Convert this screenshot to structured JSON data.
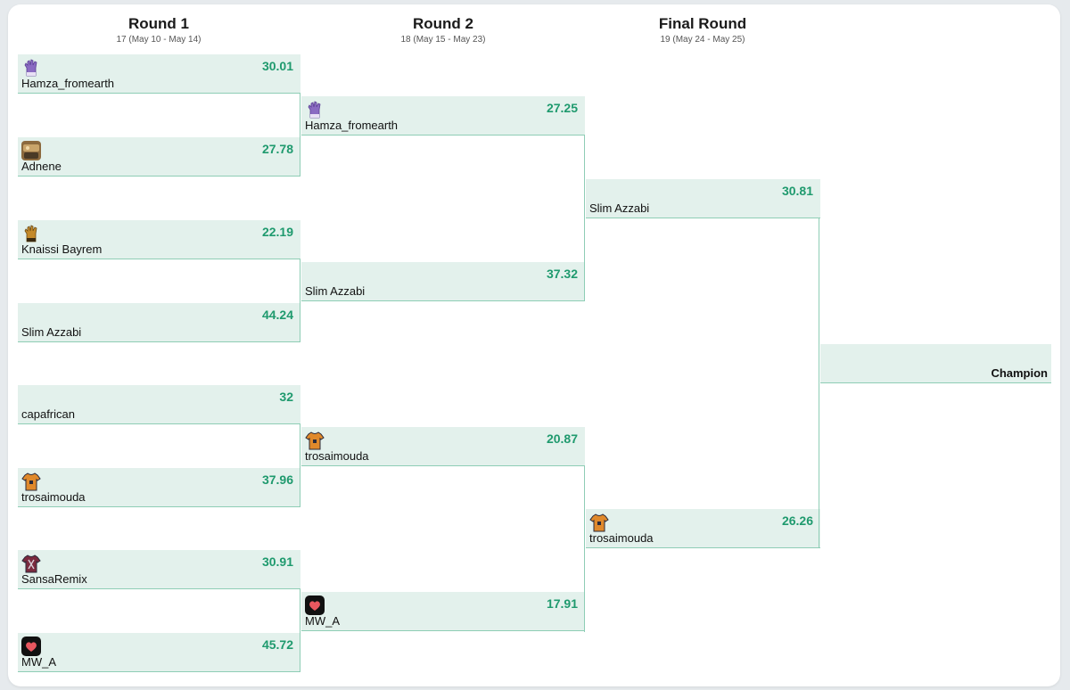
{
  "rounds": [
    {
      "title": "Round 1",
      "dates": "17 (May 10 - May 14)"
    },
    {
      "title": "Round 2",
      "dates": "18 (May 15 - May 23)"
    },
    {
      "title": "Final Round",
      "dates": "19 (May 24 - May 25)"
    }
  ],
  "round1": [
    {
      "name": "Hamza_fromearth",
      "score": "30.01",
      "avatar": "purple-glove-icon"
    },
    {
      "name": "Adnene",
      "score": "27.78",
      "avatar": "photo-avatar-icon"
    },
    {
      "name": "Knaissi Bayrem",
      "score": "22.19",
      "avatar": "yellow-glove-icon"
    },
    {
      "name": "Slim Azzabi",
      "score": "44.24",
      "avatar": ""
    },
    {
      "name": "capafrican",
      "score": "32",
      "avatar": ""
    },
    {
      "name": "trosaimouda",
      "score": "37.96",
      "avatar": "orange-jersey-icon"
    },
    {
      "name": "SansaRemix",
      "score": "30.91",
      "avatar": "maroon-jersey-icon"
    },
    {
      "name": "MW_A",
      "score": "45.72",
      "avatar": "heart-badge-icon"
    }
  ],
  "round2": [
    {
      "name": "Hamza_fromearth",
      "score": "27.25",
      "avatar": "purple-glove-icon"
    },
    {
      "name": "Slim Azzabi",
      "score": "37.32",
      "avatar": ""
    },
    {
      "name": "trosaimouda",
      "score": "20.87",
      "avatar": "orange-jersey-icon"
    },
    {
      "name": "MW_A",
      "score": "17.91",
      "avatar": "heart-badge-icon"
    }
  ],
  "final": [
    {
      "name": "Slim Azzabi",
      "score": "30.81",
      "avatar": ""
    },
    {
      "name": "trosaimouda",
      "score": "26.26",
      "avatar": "orange-jersey-icon"
    }
  ],
  "champion_label": "Champion",
  "colors": {
    "cell_bg": "#e3f1ec",
    "line": "#8ecdb5",
    "score": "#1f9a6e"
  }
}
